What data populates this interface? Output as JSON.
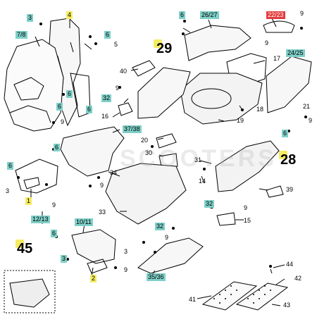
{
  "diagram": {
    "callouts": {
      "c1": "1",
      "c2": "2",
      "c3a": "3",
      "c3b": "3",
      "c3c": "3",
      "c3d": "3",
      "c4": "4",
      "c5": "5",
      "c6a": "6",
      "c6b": "6",
      "c6c": "6",
      "c6d": "6",
      "c6e": "6",
      "c6f": "6",
      "c6g": "6",
      "c6h": "6",
      "c6i": "6",
      "c78": "7/8",
      "c9a": "9",
      "c9b": "9",
      "c9c": "9",
      "c9d": "9",
      "c9e": "9",
      "c9f": "9",
      "c9g": "9",
      "c9h": "9",
      "c9i": "9",
      "c9j": "9",
      "c1011": "10/11",
      "c1213": "12/13",
      "c14": "14",
      "c15": "15",
      "c16": "16",
      "c17": "17",
      "c18": "18",
      "c19": "19",
      "c20": "20",
      "c21": "21",
      "c2223": "22/23",
      "c2425": "24/25",
      "c2627": "26/27",
      "c30": "30",
      "c31": "31",
      "c32a": "32",
      "c32b": "32",
      "c32c": "32",
      "c33": "33",
      "c34": "34",
      "c3536": "35/36",
      "c3738": "37/38",
      "c39": "39",
      "c40": "40",
      "c41": "41",
      "c42": "42",
      "c43": "43",
      "c44": "44"
    },
    "groups": {
      "g28": "28",
      "g29": "29",
      "g45": "45"
    },
    "watermark": "SCOOTERS"
  }
}
